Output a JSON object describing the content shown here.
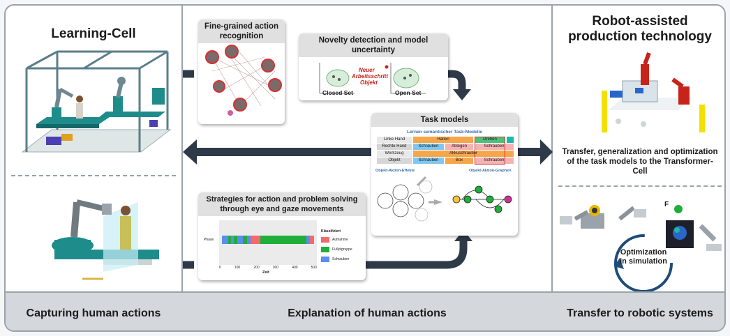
{
  "columns": {
    "capturing": {
      "title": "Learning-Cell",
      "footer": "Capturing human actions"
    },
    "explanation": {
      "footer": "Explanation of human actions",
      "cards": {
        "fine_grained": {
          "title": "Fine-grained action recognition"
        },
        "novelty": {
          "title": "Novelty detection and model uncertainty",
          "closed_label": "Closed Set",
          "open_label": "Open Set",
          "new_label_1": "Neuer",
          "new_label_2": "Arbeitsschritt",
          "new_label_3": "Objekt"
        },
        "task_models": {
          "title": "Task models",
          "chart_title": "Lernen semantischer Task-Modelle",
          "rows": [
            "Linke Hand",
            "Rechte Hand",
            "Werkzeug",
            "Objekt"
          ],
          "cells": {
            "r1c1": "Halten",
            "r1c2": "Drehen",
            "r2c1": "Schrauben",
            "r2c2": "Ablegen",
            "r2c3": "Schrauben",
            "r3c1": "Akkuschrauber",
            "r4c1": "Schrauben",
            "r4c2": "Box",
            "r4c3": "Schrauben"
          },
          "graph_left_label": "Objekt-Aktion-Effekte",
          "graph_right_label": "Objekt-Aktion-Graphen"
        },
        "strategies": {
          "title": "Strategies for action and problem solving through eye and gaze movements",
          "y_tick": "Phase",
          "x_label": "Zeit",
          "x_ticks": [
            "0",
            "100",
            "200",
            "300",
            "400",
            "500"
          ],
          "legend_title": "Klassifiziert",
          "legend": [
            {
              "name": "Aufnahme",
              "color": "#f06b6b"
            },
            {
              "name": "Fußpfgruppe",
              "color": "#1fae3a"
            },
            {
              "name": "Schrauben",
              "color": "#5b8def"
            }
          ]
        }
      }
    },
    "transfer": {
      "title": "Robot-assisted production technology",
      "subtitle": "Transfer, generalization and optimization of the task models to the Transformer-Cell",
      "force_label": "F",
      "loop_label": "Optimization in simulation",
      "footer": "Transfer to robotic systems"
    }
  },
  "colors": {
    "arrow": "#2e3a48",
    "border": "#9aa3ab",
    "footer_bg": "#d4d8dc",
    "teal": "#1f8c8c",
    "robot_red": "#c8231b"
  }
}
